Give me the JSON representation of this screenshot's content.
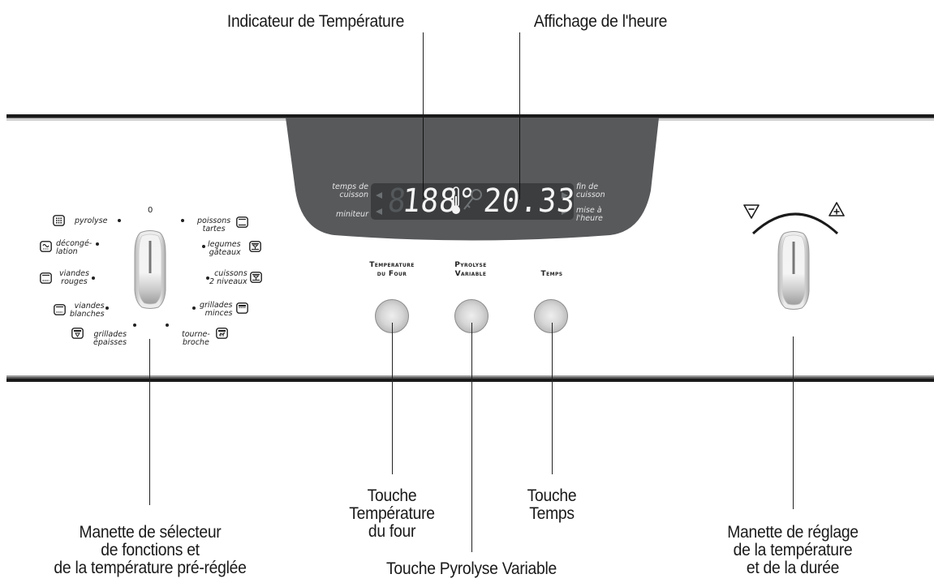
{
  "callouts": {
    "top": {
      "temperature_indicator": "Indicateur de Température",
      "clock_display": "Affichage de l'heure"
    },
    "bottom": {
      "function_selector": [
        "Manette de sélecteur",
        "de fonctions et",
        "de la température pré-réglée"
      ],
      "oven_temp_key": [
        "Touche",
        "Température",
        "du four"
      ],
      "pyrolysis_key": "Touche Pyrolyse Variable",
      "time_key": [
        "Touche",
        "Temps"
      ],
      "adjust_knob": [
        "Manette de réglage",
        "de la température",
        "et de la durée"
      ]
    }
  },
  "display": {
    "temperature": {
      "ghost_digit": "8",
      "value": "188",
      "unit": "°",
      "icon": "thermometer-icon"
    },
    "lock_icon": "key-lock-icon",
    "clock": {
      "value": "20.33"
    },
    "left_labels": {
      "upper": [
        "temps de",
        "cuisson"
      ],
      "lower": "miniteur"
    },
    "right_labels": {
      "upper": [
        "fin de",
        "cuisson"
      ],
      "lower": [
        "mise à",
        "l'heure"
      ]
    },
    "colors": {
      "housing": "#58595b",
      "lcd": "#3b3d3f",
      "segment_on": "#f4f4f4",
      "segment_off": "#55585a"
    }
  },
  "function_selector": {
    "zero_label": "0",
    "modes_left": [
      {
        "label": [
          "pyrolyse"
        ],
        "icon": "pyrolysis-grid-icon"
      },
      {
        "label": [
          "décongé-",
          "lation"
        ],
        "icon": "defrost-fan-icon"
      },
      {
        "label": [
          "viandes",
          "rouges"
        ],
        "icon": "top-bottom-heat-icon"
      },
      {
        "label": [
          "viandes",
          "blanches"
        ],
        "icon": "bottom-heat-icon"
      },
      {
        "label": [
          "grillades",
          "épaisses"
        ],
        "icon": "fan-grill-icon"
      }
    ],
    "modes_right": [
      {
        "label": [
          "poissons",
          "tartes"
        ],
        "icon": "conventional-heat-icon"
      },
      {
        "label": [
          "legumes",
          "gâteaux"
        ],
        "icon": "fan-assisted-icon"
      },
      {
        "label": [
          "cuissons",
          "2 niveaux"
        ],
        "icon": "fan-two-level-icon"
      },
      {
        "label": [
          "grillades",
          "minces"
        ],
        "icon": "grill-icon"
      },
      {
        "label": [
          "tourne-",
          "broche"
        ],
        "icon": "rotisserie-icon"
      }
    ]
  },
  "buttons": [
    {
      "label": [
        "Temperature",
        "du Four"
      ]
    },
    {
      "label": [
        "Pyrolyse",
        "Variable"
      ]
    },
    {
      "label": [
        "Temps"
      ]
    }
  ],
  "adjust_knob": {
    "minus_icon": "minus-triangle-icon",
    "plus_icon": "plus-triangle-icon"
  }
}
